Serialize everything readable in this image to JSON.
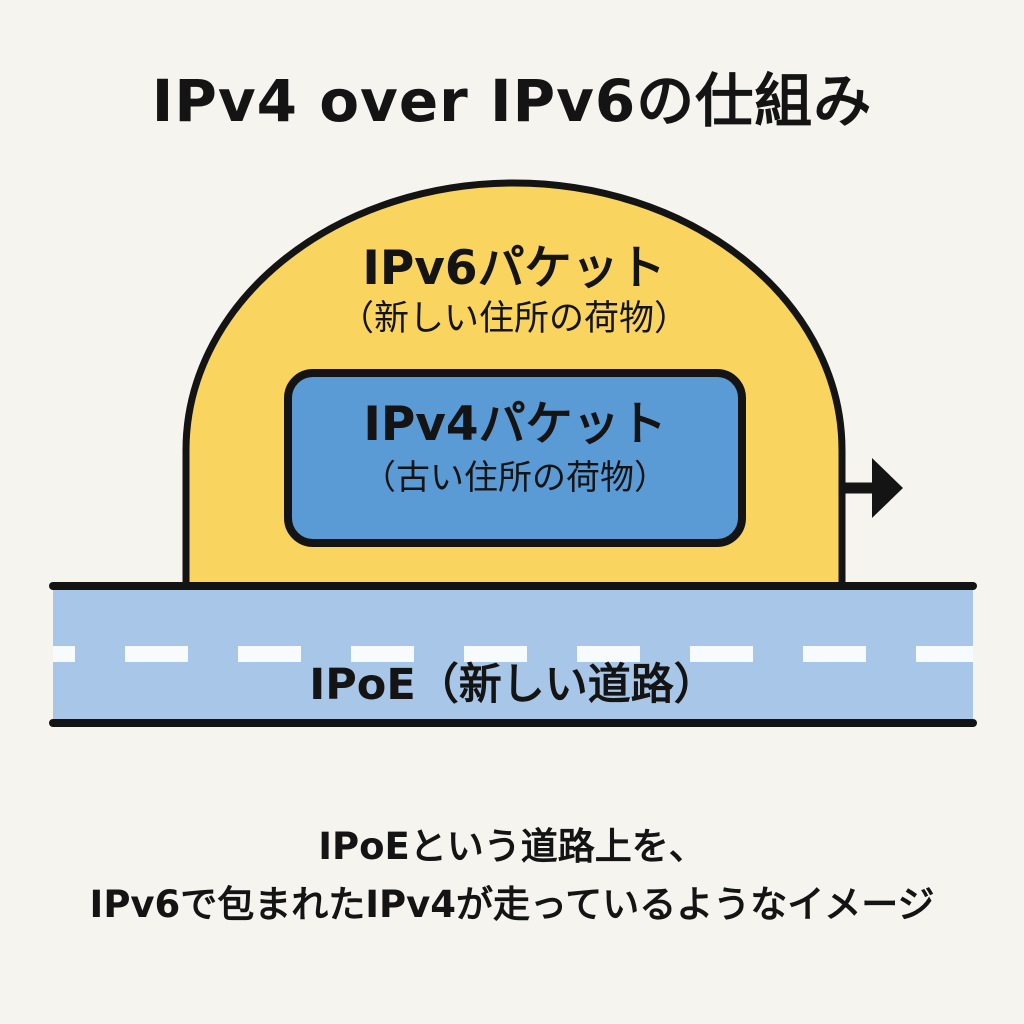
{
  "title": "IPv4 over IPv6の仕組み",
  "diagram": {
    "outer_packet": {
      "label": "IPv6パケット",
      "sublabel": "（新しい住所の荷物）"
    },
    "inner_packet": {
      "label": "IPv4パケット",
      "sublabel": "（古い住所の荷物）"
    },
    "road": {
      "label": "IPoE（新しい道路）"
    },
    "arrow_icon": "right-arrow"
  },
  "caption": {
    "line1": "IPoEという道路上を、",
    "line2": "IPv6で包まれたIPv4が走っているようなイメージ"
  },
  "colors": {
    "background": "#F6F4EF",
    "ink": "#141414",
    "dome_fill": "#F9D55F",
    "inner_box_fill": "#5B9BD5",
    "road_fill": "#A8C6E7",
    "dash": "#F8FBFE"
  }
}
